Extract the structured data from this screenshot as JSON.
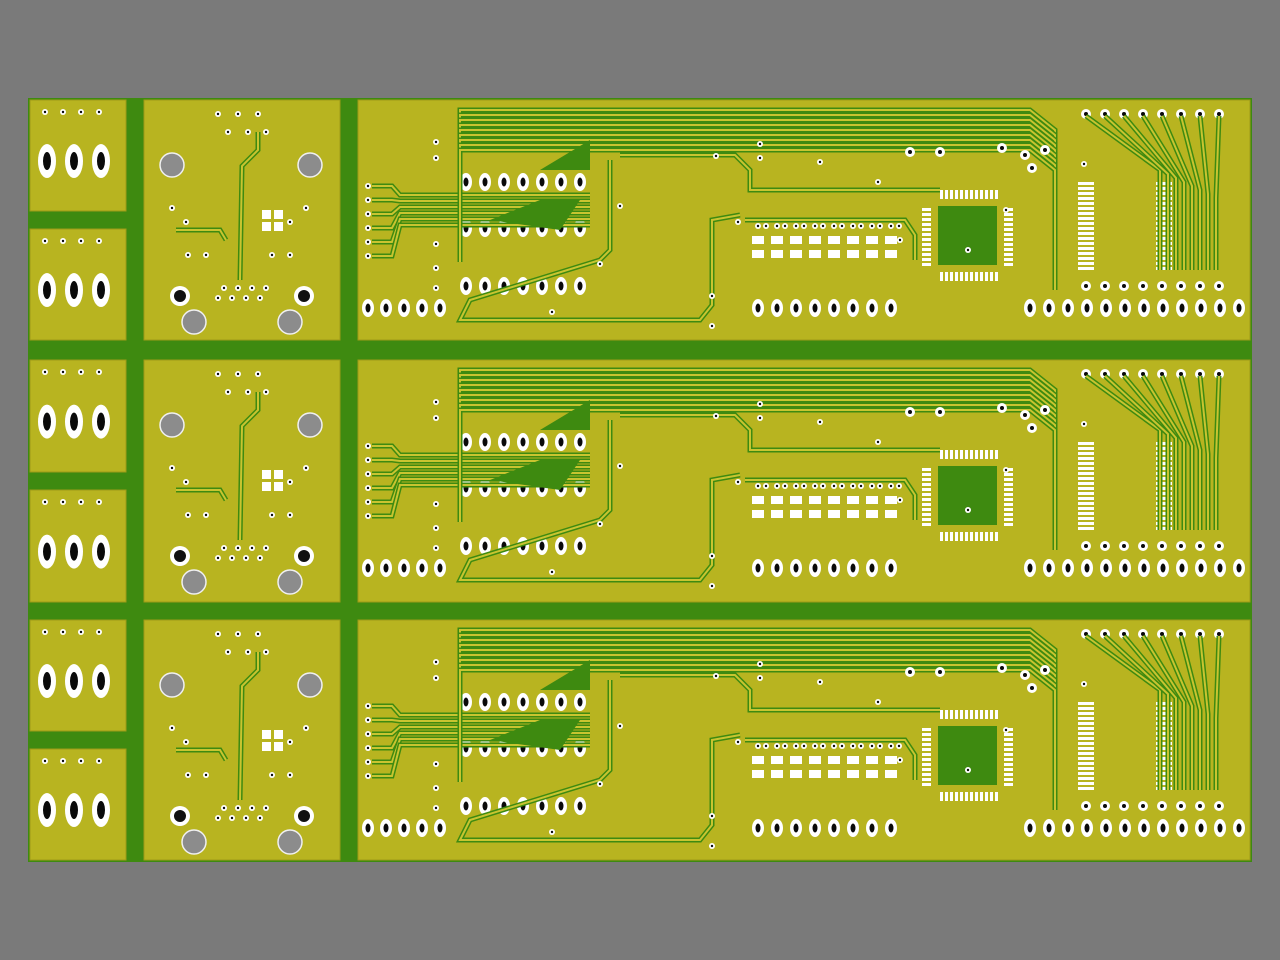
{
  "scene": {
    "description_visible_text": "",
    "colors": {
      "background": "#7a7a7a",
      "substrate_green": "#3e8a10",
      "copper_pour": "#b8b420",
      "copper_pour_edge": "#9e9a18",
      "trace": "#c9c430",
      "pad": "#ffffff",
      "hole": "#0a0a0a",
      "mount_hole": "#8a8a8a"
    },
    "panel_count": 3,
    "icons": [
      "mounting-hole",
      "through-hole-pad",
      "smd-pad",
      "qfp-chip",
      "trace"
    ]
  }
}
